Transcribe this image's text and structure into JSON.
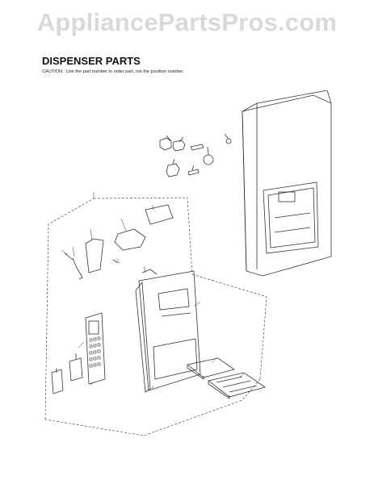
{
  "watermark": "AppliancePartsPros.com",
  "title": "DISPENSER PARTS",
  "caution": "CAUTION : Use the part number to order part, not the position number.",
  "colors": {
    "line": "#333333",
    "watermark": "#d9d9d9"
  }
}
